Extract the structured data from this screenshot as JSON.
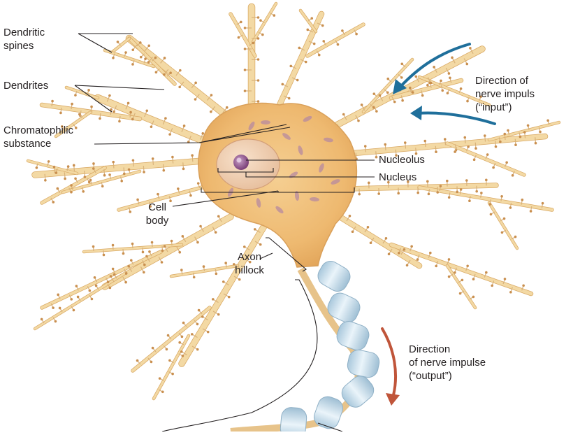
{
  "labels": {
    "dendritic_spines": [
      "Dendritic",
      "spines"
    ],
    "dendrites": "Dendrites",
    "chromatophilic": [
      "Chromatophilic",
      "substance"
    ],
    "nucleolus": "Nucleolus",
    "nucleus": "Nucleus",
    "cell_body": [
      "Cell",
      "body"
    ],
    "axon_hillock": [
      "Axon",
      "hillock"
    ],
    "input_direction": [
      "Direction of",
      "nerve impuls",
      "(“input”)"
    ],
    "output_direction": [
      "Direction",
      "of nerve impulse",
      "(“output”)"
    ]
  },
  "colors": {
    "neuron_fill": "#f3d9a4",
    "neuron_outline": "#d9a964",
    "soma_fill": "#efbf79",
    "input_arrow": "#1f6f9b",
    "output_arrow": "#c0553a",
    "myelin": "#c9dfec",
    "leader_line": "#231f20"
  }
}
